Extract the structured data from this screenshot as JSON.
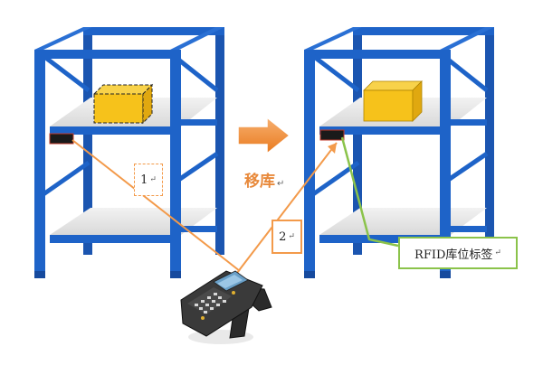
{
  "step_labels": [
    "1",
    "2"
  ],
  "return_mark": "↵",
  "move_label": "移库",
  "rfid_label": "RFID库位标签",
  "colors": {
    "rack_blue": "#1e63c8",
    "shelf_gray": "#e4e4e4",
    "box_yellow": "#f6c21b",
    "tag_black": "#1a1a1a",
    "line_orange": "#f39a4a",
    "arrow_orange": "#f08a2a",
    "rfid_green": "#8bc34a"
  },
  "icons": {
    "arrow": "right-arrow-icon",
    "scanner": "handheld-rfid-scanner-icon",
    "box": "cargo-box-icon",
    "tag": "rfid-tag-icon"
  }
}
